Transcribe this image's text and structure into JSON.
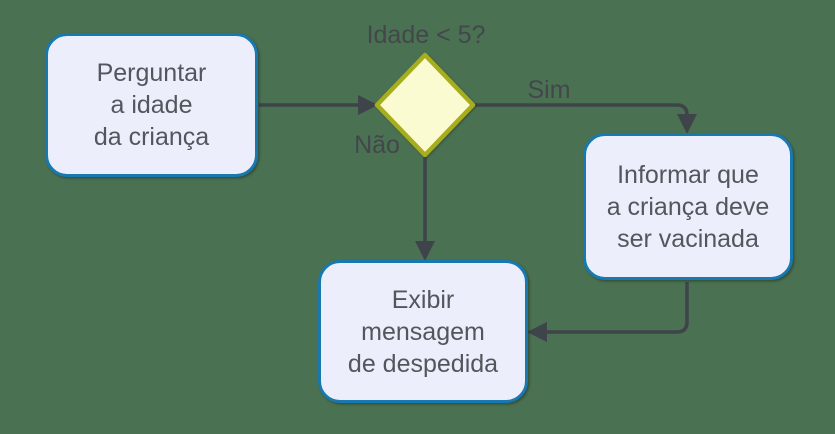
{
  "flowchart": {
    "nodes": {
      "ask": {
        "shape": "rounded-rect",
        "label": "Perguntar\na idade\nda criança"
      },
      "decision": {
        "shape": "diamond",
        "label": "Idade < 5?"
      },
      "inform": {
        "shape": "rounded-rect",
        "label": "Informar que\na criança deve\nser vacinada"
      },
      "farewell": {
        "shape": "rounded-rect",
        "label": "Exibir\nmensagem\nde despedida"
      }
    },
    "edge_labels": {
      "yes": "Sim",
      "no": "Não"
    },
    "edges": [
      {
        "from": "ask",
        "to": "decision",
        "label": ""
      },
      {
        "from": "decision",
        "to": "inform",
        "label": "Sim"
      },
      {
        "from": "decision",
        "to": "farewell",
        "label": "Não"
      },
      {
        "from": "inform",
        "to": "farewell",
        "label": ""
      }
    ]
  },
  "colors": {
    "background": "#4A7152",
    "node_fill": "#ECEEFB",
    "node_border": "#1878B0",
    "decision_fill": "#FBFBD2",
    "decision_border": "#A8AD1E",
    "connector": "#3E444A",
    "node_text": "#53575C",
    "label_text": "#43474C"
  }
}
